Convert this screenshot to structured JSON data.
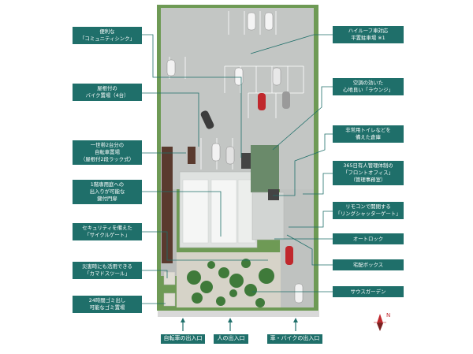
{
  "labels": {
    "community_sync": [
      "便利な",
      "「コミュニティシンク」"
    ],
    "bike_parking": [
      "屋根付の",
      "バイク置場（4台）"
    ],
    "bicycle_parking": [
      "一世帯2台分の",
      "自転車置場",
      "（屋根付2段ラック式）"
    ],
    "private_garden_gate": [
      "1階専用庭への",
      "出入りが可能な",
      "鍵付門扉"
    ],
    "cycle_gate": [
      "セキュリティを備えた",
      "「サイクルゲート」"
    ],
    "kamado_stool": [
      "災害時にも活用できる",
      "「カマドスツール」"
    ],
    "garbage_station": [
      "24時間ゴミ出し",
      "可能なゴミ置場"
    ],
    "high_roof_parking": [
      "ハイルーフ車対応",
      "平置駐車場 ※1"
    ],
    "lounge": [
      "空調の効いた",
      "心地良い「ラウンジ」"
    ],
    "emergency_storage": [
      "非常用トイレなどを",
      "備えた倉庫"
    ],
    "front_office": [
      "365日有人管理体制の",
      "「フロントオフィス」",
      "（管理事務室）"
    ],
    "ring_shutter_gate": [
      "リモコンで開閉する",
      "「リングシャッターゲート」"
    ],
    "auto_lock": [
      "オートロック"
    ],
    "delivery_box": [
      "宅配ボックス"
    ],
    "south_garden": [
      "サウスガーデン"
    ]
  },
  "entrances": {
    "bicycle": "自転車の出入口",
    "pedestrian": "人の出入口",
    "car_bike": "車・バイクの出入口"
  },
  "compass": {
    "label": "N"
  },
  "colors": {
    "label_bg": "#1f6f6a",
    "leader": "#1f6f6a",
    "lot": "#c5c8c6",
    "hedge": "#5a8a45",
    "building": "#e4e6e4"
  }
}
